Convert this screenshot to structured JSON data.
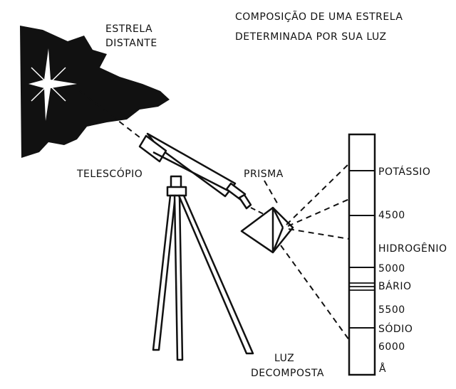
{
  "title": {
    "line1": "COMPOSIÇÃO DE UMA ESTRELA",
    "line2": "DETERMINADA POR SUA LUZ"
  },
  "star": {
    "line1": "ESTRELA",
    "line2": "DISTANTE"
  },
  "telescope_label": "TELESCÓPIO",
  "prism_label": "PRISMA",
  "light": {
    "line1": "LUZ",
    "line2": "DECOMPOSTA"
  },
  "spectrum": {
    "labels": {
      "potassium": "POTÁSSIO",
      "w4500": "4500",
      "hydrogen": "HIDROGÊNIO",
      "w5000": "5000",
      "barium": "BÁRIO",
      "w5500": "5500",
      "sodium": "SÓDIO",
      "w6000": "6000",
      "unit": "Å"
    }
  },
  "colors": {
    "ink": "#111111",
    "paper": "#ffffff"
  }
}
